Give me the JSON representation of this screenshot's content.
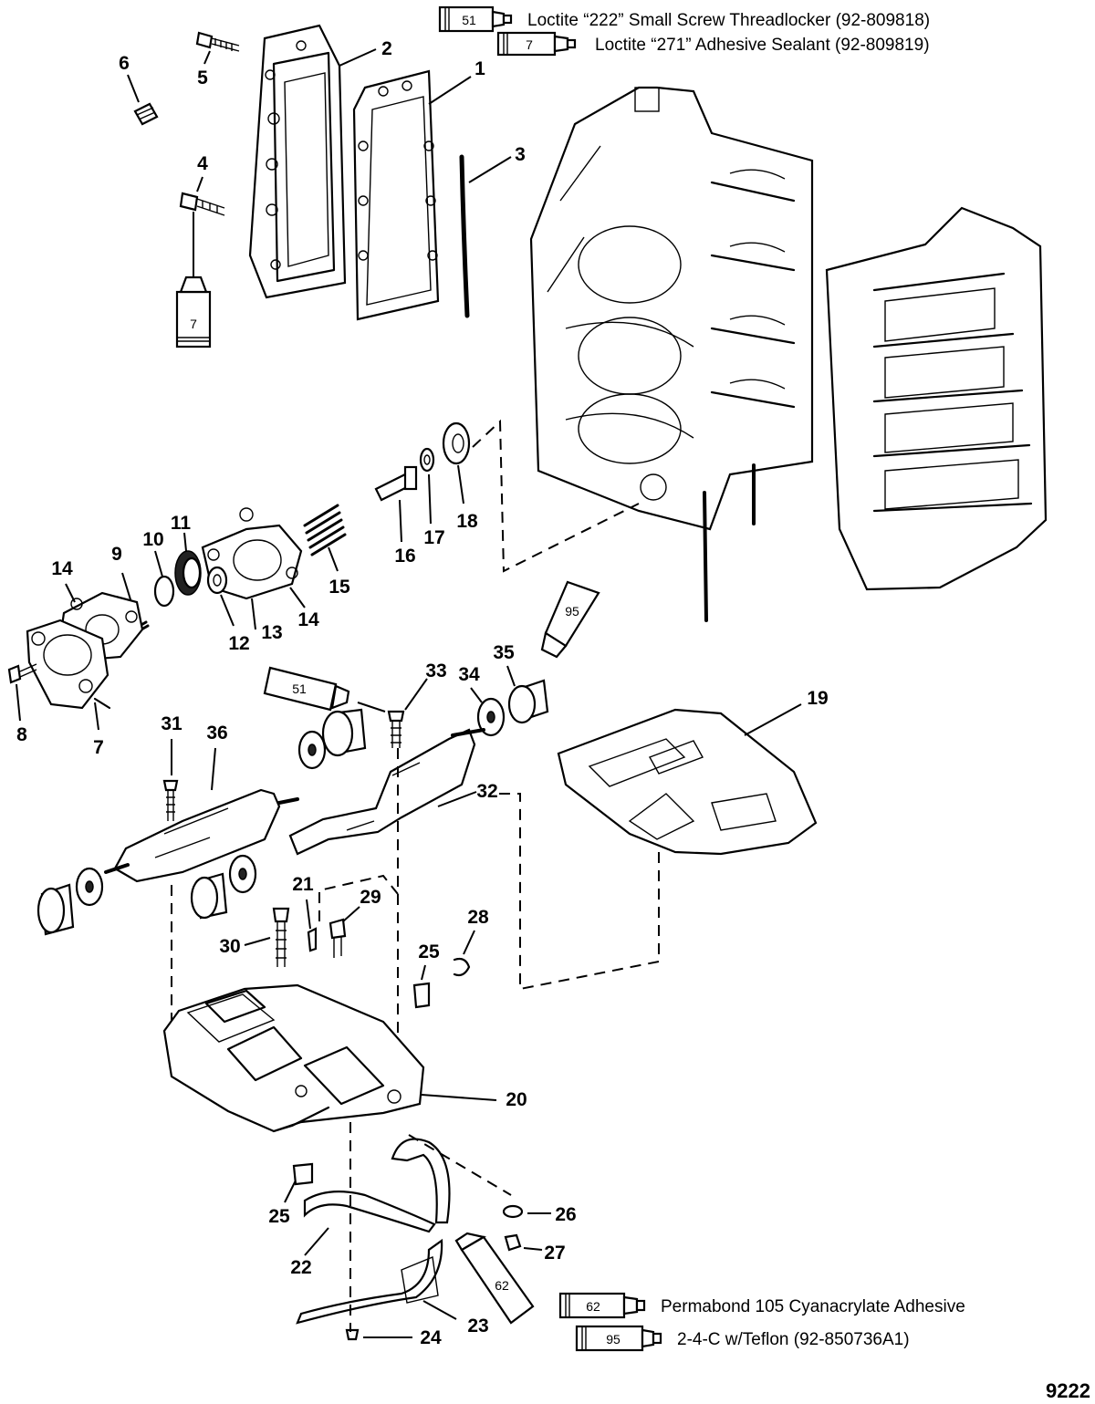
{
  "legend": [
    {
      "tube": "51",
      "text": "Loctite “222” Small Screw Threadlocker  (92-809818)"
    },
    {
      "tube": "7",
      "text": "Loctite “271” Adhesive Sealant (92-809819)"
    },
    {
      "tube": "62",
      "text": "Permabond 105 Cyanacrylate Adhesive"
    },
    {
      "tube": "95",
      "text": "2-4-C w/Teflon (92-850736A1)"
    }
  ],
  "tubes": {
    "t7": "7",
    "t51": "51",
    "t95": "95",
    "t62": "62"
  },
  "callouts": {
    "c1": "1",
    "c2": "2",
    "c3": "3",
    "c4": "4",
    "c5": "5",
    "c6": "6",
    "c7": "7",
    "c8": "8",
    "c9": "9",
    "c10": "10",
    "c11": "11",
    "c12": "12",
    "c13": "13",
    "c14a": "14",
    "c14b": "14",
    "c15": "15",
    "c16": "16",
    "c17": "17",
    "c18": "18",
    "c19": "19",
    "c20": "20",
    "c21": "21",
    "c22": "22",
    "c23": "23",
    "c24": "24",
    "c25a": "25",
    "c25b": "25",
    "c26": "26",
    "c27": "27",
    "c28": "28",
    "c29": "29",
    "c30": "30",
    "c31": "31",
    "c32": "32",
    "c33": "33",
    "c34": "34",
    "c35": "35",
    "c36": "36"
  },
  "figure_id": "9222"
}
